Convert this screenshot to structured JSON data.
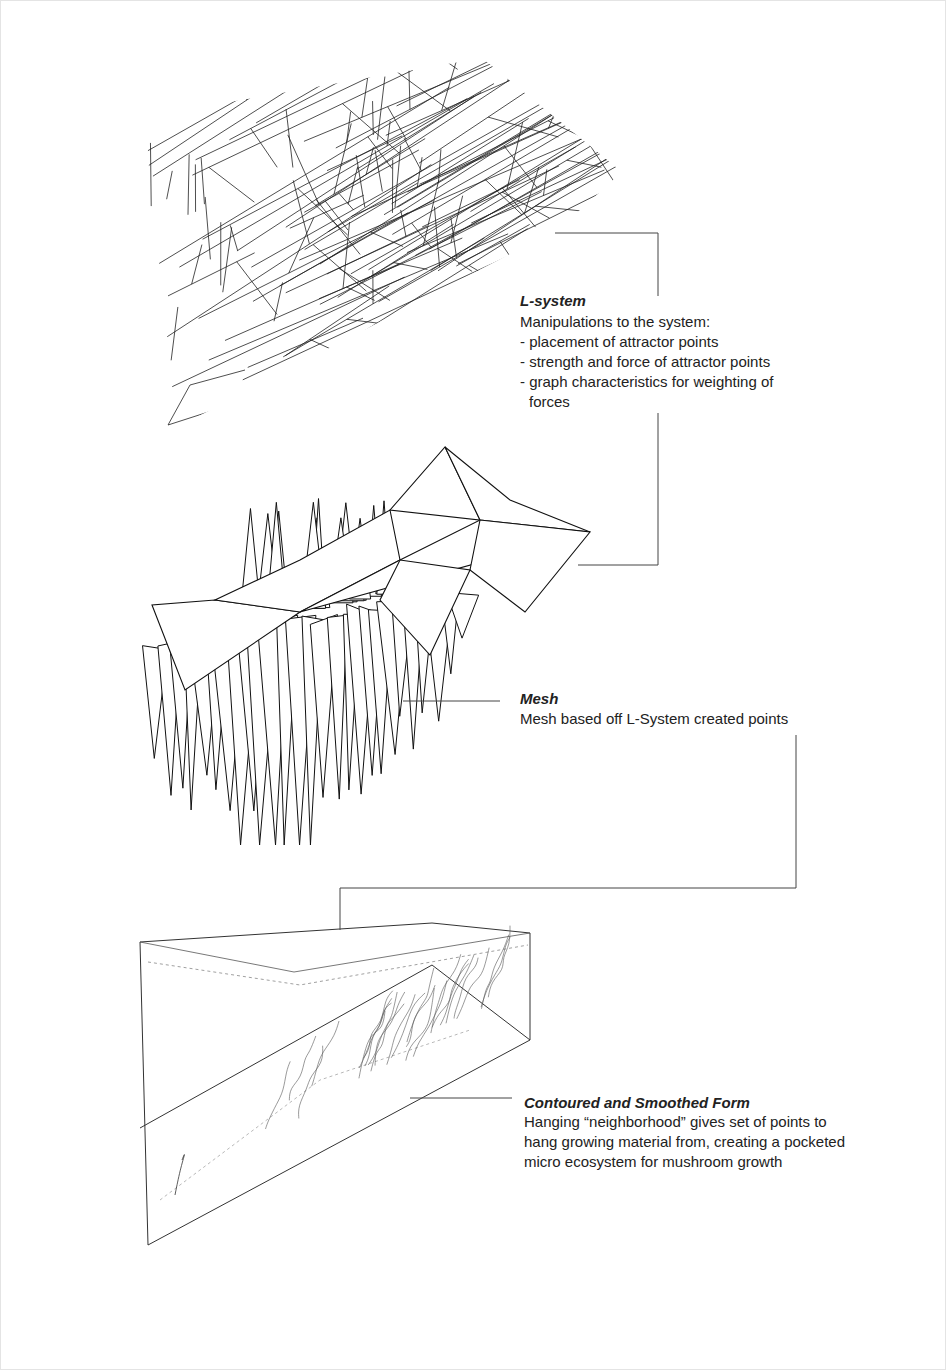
{
  "diagram": {
    "labels": [
      "L-system",
      "Manipulations to the system:",
      "- placement of attractor points",
      "- strength and force of attractor points",
      "- graph characteristics for weighting of forces",
      "Mesh",
      "Mesh based off L-System created points",
      "Contoured and Smoothed Form",
      "Hanging “neighborhood” gives set of points to hang growing material from, creating a pocketed micro ecosystem for mushroom growth"
    ]
  }
}
